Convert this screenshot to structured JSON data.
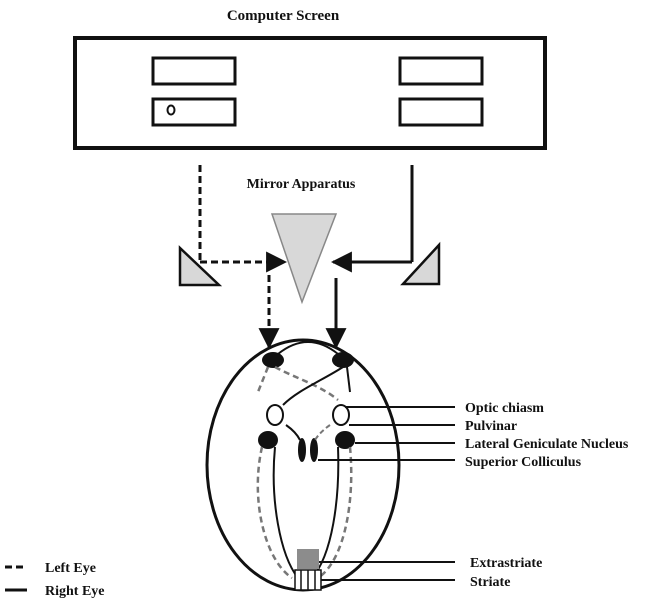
{
  "title": "Computer Screen",
  "mirror_label": "Mirror Apparatus",
  "brain_labels": {
    "optic_chiasm": "Optic chiasm",
    "pulvinar": "Pulvinar",
    "lgn": "Lateral Geniculate Nucleus",
    "superior_colliculus": "Superior Colliculus",
    "extrastriate": "Extrastriate",
    "striate": "Striate"
  },
  "legend": {
    "left_eye": "Left Eye",
    "right_eye": "Right Eye"
  },
  "colors": {
    "line": "#111111",
    "mirror_fill": "#d8d8d8",
    "cortex_fill": "#8c8c8c"
  }
}
